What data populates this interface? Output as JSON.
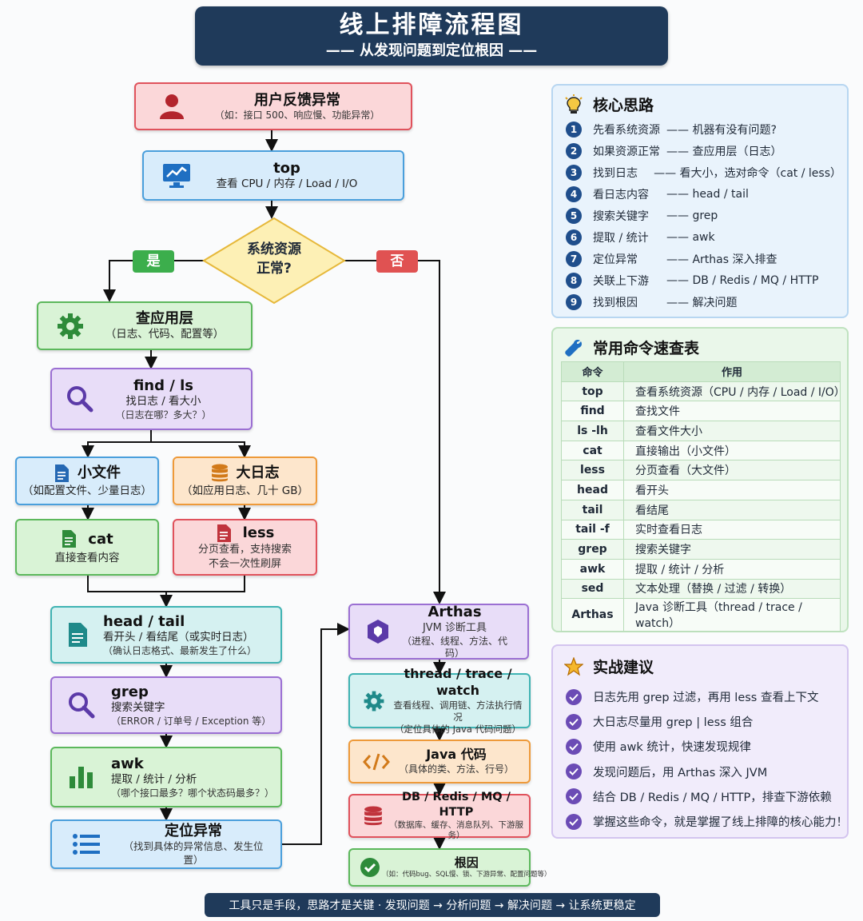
{
  "title": {
    "main": "线上排障流程图",
    "sub": "—— 从发现问题到定位根因 ——"
  },
  "flow": {
    "user_report": {
      "title": "用户反馈异常",
      "sub": "（如：接口 500、响应慢、功能异常）"
    },
    "top": {
      "title": "top",
      "sub": "查看 CPU / 内存 / Load / I/O"
    },
    "decision": {
      "line1": "系统资源",
      "line2": "正常?"
    },
    "yes_label": "是",
    "no_label": "否",
    "app_layer": {
      "title": "查应用层",
      "sub": "（日志、代码、配置等）"
    },
    "find_ls": {
      "title": "find / ls",
      "sub": "找日志 / 看大小",
      "sub2": "（日志在哪？多大？）"
    },
    "small_file": {
      "title": "小文件",
      "sub": "（如配置文件、少量日志）"
    },
    "big_log": {
      "title": "大日志",
      "sub": "（如应用日志、几十 GB）"
    },
    "cat": {
      "title": "cat",
      "sub": "直接查看内容"
    },
    "less": {
      "title": "less",
      "sub": "分页查看，支持搜索",
      "sub2": "不会一次性刷屏"
    },
    "head_tail": {
      "title": "head / tail",
      "sub": "看开头 / 看结尾（或实时日志）",
      "sub2": "（确认日志格式、最新发生了什么）"
    },
    "grep": {
      "title": "grep",
      "sub": "搜索关键字",
      "sub2": "（ERROR / 订单号 / Exception 等）"
    },
    "awk": {
      "title": "awk",
      "sub": "提取 / 统计 / 分析",
      "sub2": "（哪个接口最多？哪个状态码最多？）"
    },
    "locate": {
      "title": "定位异常",
      "sub": "（找到具体的异常信息、发生位置）"
    },
    "arthas": {
      "title": "Arthas",
      "sub": "JVM 诊断工具",
      "sub2": "（进程、线程、方法、代码）"
    },
    "thread_trace": {
      "title": "thread / trace / watch",
      "sub": "查看线程、调用链、方法执行情况",
      "sub2": "（定位具体的 Java 代码问题）"
    },
    "java_code": {
      "title": "Java 代码",
      "sub": "（具体的类、方法、行号）"
    },
    "db": {
      "title": "DB / Redis / MQ / HTTP",
      "sub": "（数据库、缓存、消息队列、下游服务）"
    },
    "root_cause": {
      "title": "根因",
      "sub": "（如：代码bug、SQL慢、锁、下游异常、配置问题等）"
    }
  },
  "core": {
    "heading": "核心思路",
    "steps": [
      {
        "n": "1",
        "a": "先看系统资源",
        "b": "—— 机器有没有问题?"
      },
      {
        "n": "2",
        "a": "如果资源正常",
        "b": "—— 查应用层（日志）"
      },
      {
        "n": "3",
        "a": "找到日志",
        "b": "—— 看大小，选对命令（cat / less）"
      },
      {
        "n": "4",
        "a": "看日志内容",
        "b": "—— head / tail"
      },
      {
        "n": "5",
        "a": "搜索关键字",
        "b": "—— grep"
      },
      {
        "n": "6",
        "a": "提取 / 统计",
        "b": "—— awk"
      },
      {
        "n": "7",
        "a": "定位异常",
        "b": "—— Arthas 深入排查"
      },
      {
        "n": "8",
        "a": "关联上下游",
        "b": "—— DB / Redis / MQ / HTTP"
      },
      {
        "n": "9",
        "a": "找到根因",
        "b": "—— 解决问题"
      }
    ]
  },
  "commands": {
    "heading": "常用命令速查表",
    "col_cmd": "命令",
    "col_use": "作用",
    "rows": [
      {
        "cmd": "top",
        "use": "查看系统资源（CPU / 内存 / Load / I/O）"
      },
      {
        "cmd": "find",
        "use": "查找文件"
      },
      {
        "cmd": "ls -lh",
        "use": "查看文件大小"
      },
      {
        "cmd": "cat",
        "use": "直接输出（小文件）"
      },
      {
        "cmd": "less",
        "use": "分页查看（大文件）"
      },
      {
        "cmd": "head",
        "use": "看开头"
      },
      {
        "cmd": "tail",
        "use": "看结尾"
      },
      {
        "cmd": "tail -f",
        "use": "实时查看日志"
      },
      {
        "cmd": "grep",
        "use": "搜索关键字"
      },
      {
        "cmd": "awk",
        "use": "提取 / 统计 / 分析"
      },
      {
        "cmd": "sed",
        "use": "文本处理（替换 / 过滤 / 转换）"
      },
      {
        "cmd": "Arthas",
        "use": "Java 诊断工具（thread / trace / watch）"
      }
    ]
  },
  "tips": {
    "heading": "实战建议",
    "items": [
      "日志先用 grep 过滤，再用 less 查看上下文",
      "大日志尽量用 grep | less 组合",
      "使用 awk 统计，快速发现规律",
      "发现问题后，用 Arthas 深入 JVM",
      "结合 DB / Redis / MQ / HTTP，排查下游依赖",
      "掌握这些命令，就是掌握了线上排障的核心能力！"
    ]
  },
  "footer": "工具只是手段，思路才是关键 · 发现问题 → 分析问题 → 解决问题 → 让系统更稳定",
  "colors": {
    "navy": "#1f3a5a",
    "yes": "#3cae4c",
    "no": "#e05252",
    "arrow": "#111111"
  }
}
